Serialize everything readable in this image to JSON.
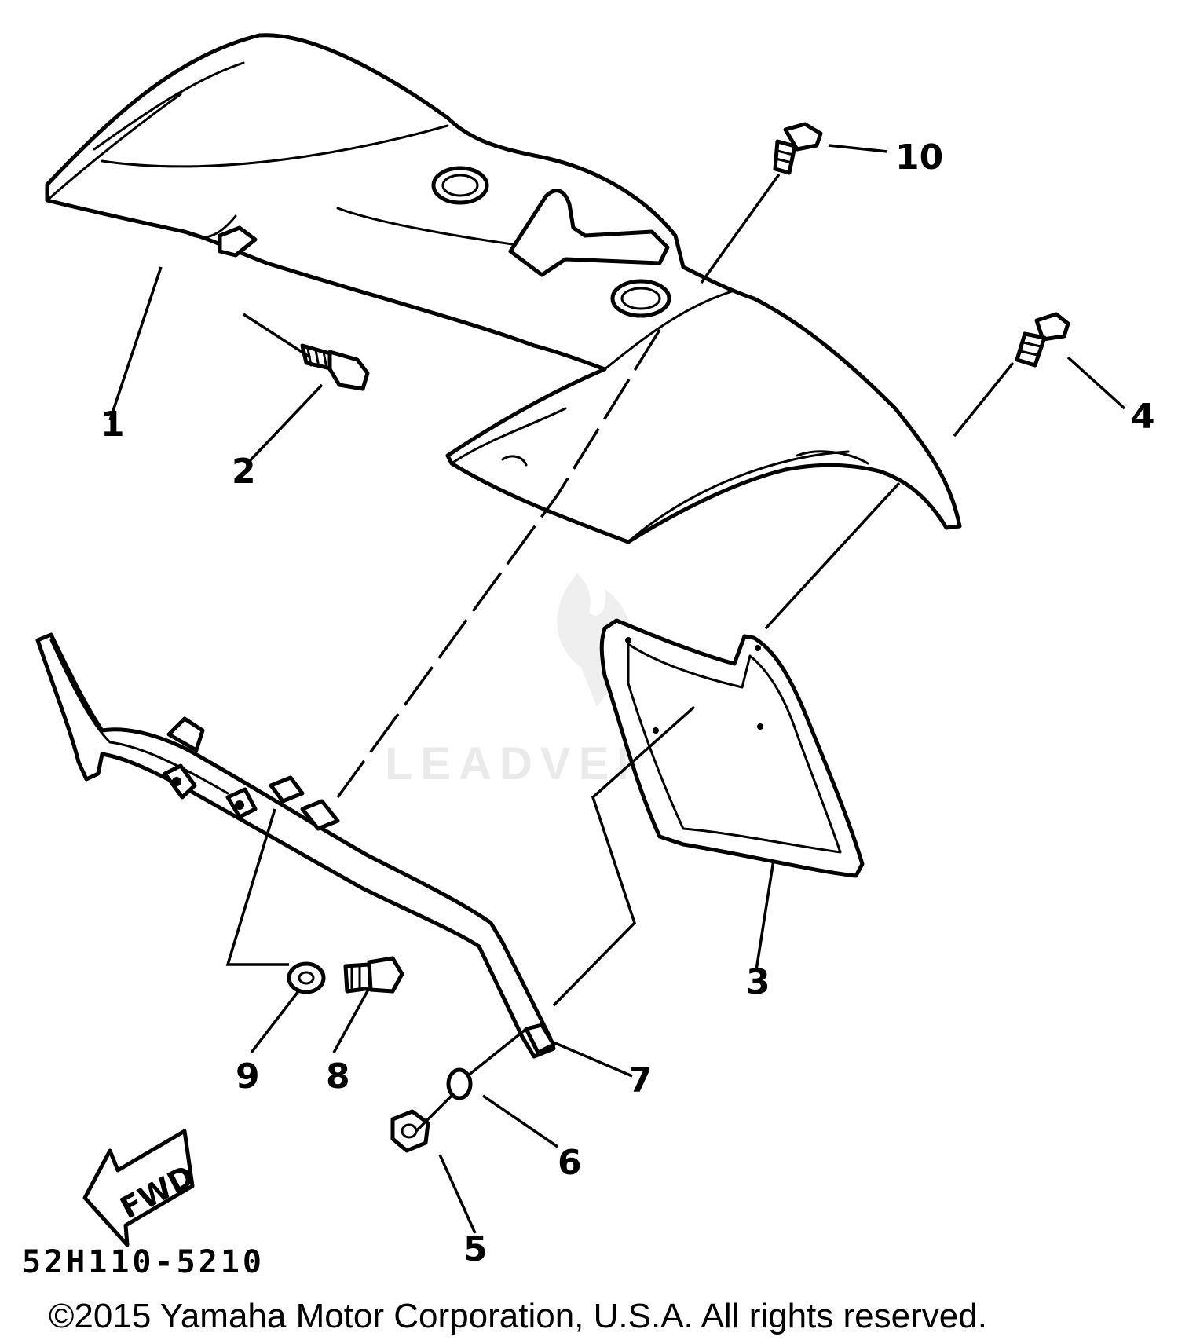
{
  "diagram": {
    "callouts": [
      "1",
      "2",
      "3",
      "4",
      "5",
      "6",
      "7",
      "8",
      "9",
      "10"
    ],
    "fwd_label": "FWD",
    "diagram_code": "52H110-5210",
    "copyright": "©2015 Yamaha Motor Corporation, U.S.A. All rights reserved.",
    "watermark": "LEADVENTURE"
  }
}
